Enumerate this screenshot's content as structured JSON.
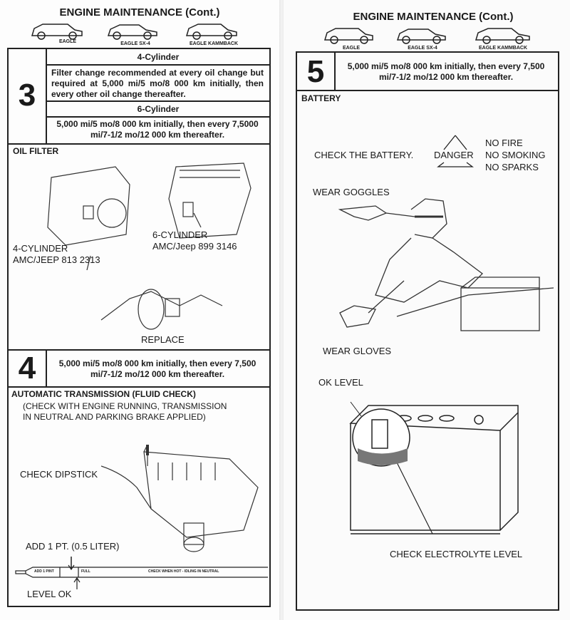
{
  "left": {
    "title": "ENGINE MAINTENANCE (Cont.)",
    "cars": [
      "EAGLE",
      "EAGLE SX-4",
      "EAGLE KAMMBACK"
    ],
    "step3": {
      "number": "3",
      "four_cyl_header": "4-Cylinder",
      "four_cyl_text": "Filter change recommended at every oil change but required at 5,000 mi/5 mo/8 000 km initially, then every other oil change thereafter.",
      "six_cyl_header": "6-Cylinder",
      "six_cyl_text": "5,000 mi/5 mo/8 000 km initially, then every 7,5000 mi/7-1/2 mo/12 000 km thereafter."
    },
    "oil_filter": {
      "heading": "OIL FILTER",
      "four_cyl_label": "4-CYLINDER",
      "four_cyl_part": "AMC/JEEP 813 2313",
      "six_cyl_label": "6-CYLINDER",
      "six_cyl_part": "AMC/Jeep 899 3146",
      "replace": "REPLACE"
    },
    "step4": {
      "number": "4",
      "text": "5,000 mi/5 mo/8 000 km initially, then every 7,500 mi/7-1/2 mo/12 000 km thereafter."
    },
    "trans": {
      "heading": "AUTOMATIC TRANSMISSION (FLUID CHECK)",
      "note": "(CHECK WITH ENGINE RUNNING, TRANSMISSION IN NEUTRAL AND PARKING BRAKE APPLIED)",
      "check_dipstick": "CHECK DIPSTICK",
      "add": "ADD 1 PT. (0.5 LITER)",
      "dip_add": "ADD 1 PINT",
      "dip_full": "FULL",
      "dip_note": "CHECK WHEN HOT - IDLING IN NEUTRAL",
      "level_ok": "LEVEL OK"
    }
  },
  "right": {
    "title": "ENGINE MAINTENANCE (Cont.)",
    "cars": [
      "EAGLE",
      "EAGLE SX-4",
      "EAGLE KAMMBACK"
    ],
    "step5": {
      "number": "5",
      "text": "5,000 mi/5 mo/8 000 km initially, then every 7,500 mi/7-1/2 mo/12 000 km thereafter."
    },
    "battery": {
      "heading": "BATTERY",
      "check": "CHECK THE BATTERY.",
      "danger": "DANGER",
      "warnings": [
        "NO FIRE",
        "NO SMOKING",
        "NO SPARKS"
      ],
      "goggles": "WEAR GOGGLES",
      "gloves": "WEAR GLOVES",
      "ok_level": "OK LEVEL",
      "electrolyte": "CHECK ELECTROLYTE LEVEL"
    }
  }
}
